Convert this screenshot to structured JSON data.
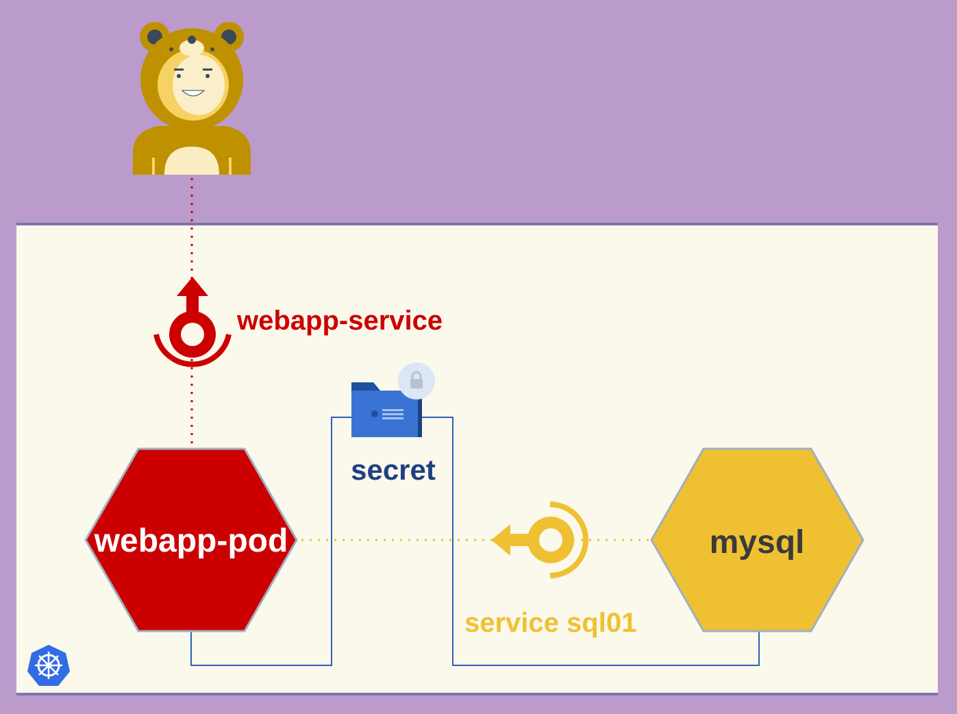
{
  "nodes": {
    "webapp_pod": {
      "label": "webapp-pod",
      "color": "#cc0000"
    },
    "mysql": {
      "label": "mysql",
      "color": "#efc132"
    },
    "secret": {
      "label": "secret",
      "color": "#1f3f82"
    },
    "webapp_service": {
      "label": "webapp-service",
      "color": "#cc0000"
    },
    "service_sql01": {
      "label": "service sql01",
      "color": "#efc132"
    }
  },
  "colors": {
    "background": "#bb9bcb",
    "cluster_fill": "#fbf8ec",
    "cluster_border": "#7d74b0",
    "connector_blue": "#2f5fb8",
    "hexagon_stroke": "#9fb0c0"
  },
  "icons": {
    "user": "bear-costume-user-icon",
    "cluster": "kubernetes-icon",
    "secret": "locked-folder-icon",
    "webapp_service": "service-up-arrow-icon",
    "service_sql01": "service-left-arrow-icon"
  }
}
